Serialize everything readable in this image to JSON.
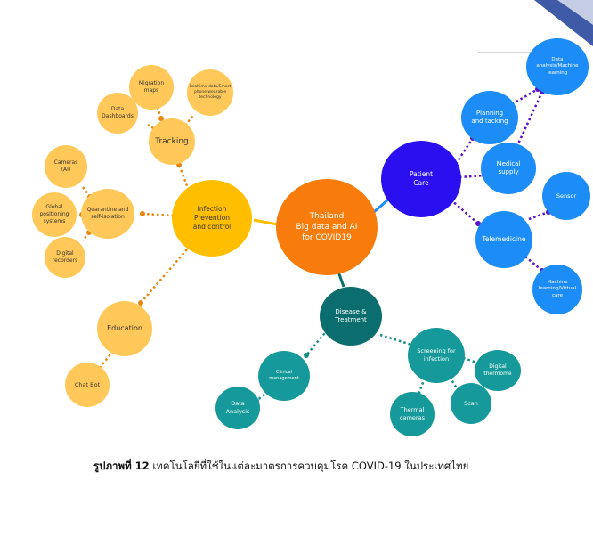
{
  "caption": {
    "label": "รูปภาพที่ 12",
    "text": "เทคโนโลยีที่ใช้ในแต่ละมาตรการควบคุมโรค COVID-19 ในประเทศไทย"
  },
  "nodes": {
    "center": "Thailand\nBig data and AI\nfor COVID19",
    "infection": "Infection\nPrevention\nand control",
    "tracking": "Tracking",
    "migration": "Migration\nmaps",
    "data_dashboards": "Data\nDashboards",
    "realtime": "Realtime data/Smart\nphone wearable\ntechnology",
    "quarantine": "Quarantine and\nself-isolation",
    "cameras_ai": "Cameras\n(AI)",
    "global_positioning": "Global\npositioning\nsystems",
    "digital_recorders": "Digital\nrecorders",
    "education": "Education",
    "chat_bot": "Chat Bot",
    "patient_care": "Patient\nCare",
    "planning": "Planning\nand tacking",
    "data_analysis_ml": "Data\nanalysis/Machine\nlearning",
    "medical_supply": "Medical\nsupply",
    "telemedicine": "Telemedicine",
    "sensor": "Sensor",
    "ml_virtual_care": "Machine\nlearning/Virtual\ncare",
    "disease_treatment": "Disease &\nTreatment",
    "clinical_management": "Clinical\nmanagement",
    "data_analysis": "Data\nAnalysis",
    "screening": "Screening for\ninfection",
    "digital_thermome": "Digital\nthermome",
    "thermal_cameras": "Thermal\ncameras",
    "scan": "Scan"
  },
  "colors": {
    "center": "#f77c0b",
    "yellow_branch": "#ffbe00",
    "yellow_leaf": "#ffc859",
    "blue_branch": "#2a0ff0",
    "blue_leaf": "#1c8cf7",
    "teal_branch": "#0b6d6d",
    "teal_leaf": "#16999a",
    "orange_link": "#e8860f",
    "purple_link": "#5a0fc8",
    "teal_link": "#148f84"
  }
}
